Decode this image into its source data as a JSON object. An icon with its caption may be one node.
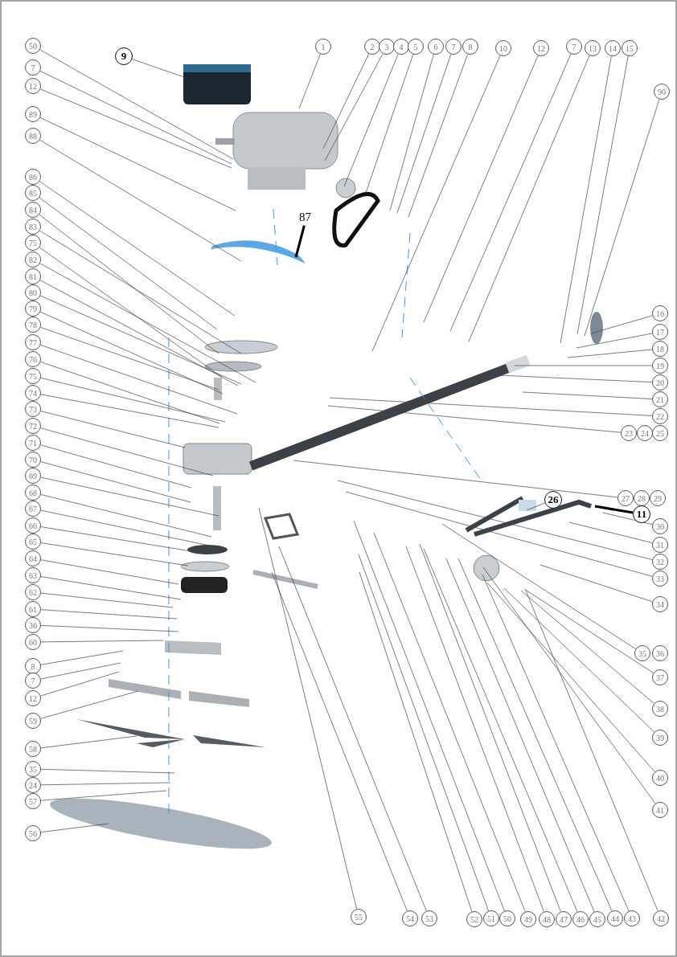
{
  "diagram": {
    "nodes": [
      {
        "text": [
          "50"
        ]
      },
      {
        "text": [
          "9"
        ]
      },
      {
        "text": [
          "1"
        ]
      },
      {
        "text": [
          "2"
        ]
      },
      {
        "text": [
          "3"
        ]
      },
      {
        "text": [
          "4"
        ]
      },
      {
        "text": [
          "5"
        ]
      },
      {
        "text": [
          "6"
        ]
      },
      {
        "text": [
          "7"
        ]
      },
      {
        "text": [
          "8"
        ]
      },
      {
        "text": [
          "10"
        ]
      },
      {
        "text": [
          "12"
        ]
      },
      {
        "text": [
          "7"
        ]
      },
      {
        "text": [
          "13"
        ]
      },
      {
        "text": [
          "14"
        ]
      },
      {
        "text": [
          "15"
        ]
      },
      {
        "text": [
          "7"
        ]
      },
      {
        "text": [
          "12"
        ]
      },
      {
        "text": [
          "90"
        ]
      },
      {
        "text": [
          "89"
        ]
      },
      {
        "text": [
          "87"
        ]
      },
      {
        "text": [
          "88"
        ]
      },
      {
        "text": [
          "86"
        ]
      },
      {
        "text": [
          "85"
        ]
      },
      {
        "text": [
          "84"
        ]
      },
      {
        "text": [
          "83"
        ]
      },
      {
        "text": [
          "75"
        ]
      },
      {
        "text": [
          "82"
        ]
      },
      {
        "text": [
          "81"
        ]
      },
      {
        "text": [
          "80"
        ]
      },
      {
        "text": [
          "79"
        ]
      },
      {
        "text": [
          "78"
        ]
      },
      {
        "text": [
          "77"
        ]
      },
      {
        "text": [
          "76"
        ]
      },
      {
        "text": [
          "75"
        ]
      },
      {
        "text": [
          "74"
        ]
      },
      {
        "text": [
          "73"
        ]
      },
      {
        "text": [
          "72"
        ]
      },
      {
        "text": [
          "71"
        ]
      },
      {
        "text": [
          "70"
        ]
      },
      {
        "text": [
          "69"
        ]
      },
      {
        "text": [
          "68"
        ]
      },
      {
        "text": [
          "67"
        ]
      },
      {
        "text": [
          "66"
        ]
      },
      {
        "text": [
          "65"
        ]
      },
      {
        "text": [
          "64"
        ]
      },
      {
        "text": [
          "63"
        ]
      },
      {
        "text": [
          "62"
        ]
      },
      {
        "text": [
          "61"
        ]
      },
      {
        "text": [
          "36"
        ]
      },
      {
        "text": [
          "60"
        ]
      },
      {
        "text": [
          "8"
        ]
      },
      {
        "text": [
          "7"
        ]
      },
      {
        "text": [
          "12"
        ]
      },
      {
        "text": [
          "59"
        ]
      },
      {
        "text": [
          "58"
        ]
      },
      {
        "text": [
          "35"
        ]
      },
      {
        "text": [
          "24"
        ]
      },
      {
        "text": [
          "57"
        ]
      },
      {
        "text": [
          "56"
        ]
      },
      {
        "text": [
          "16"
        ]
      },
      {
        "text": [
          "17"
        ]
      },
      {
        "text": [
          "18"
        ]
      },
      {
        "text": [
          "19"
        ]
      },
      {
        "text": [
          "20"
        ]
      },
      {
        "text": [
          "21"
        ]
      },
      {
        "text": [
          "22"
        ]
      },
      {
        "text": [
          "23"
        ]
      },
      {
        "text": [
          "24"
        ]
      },
      {
        "text": [
          "25"
        ]
      },
      {
        "text": [
          "27"
        ]
      },
      {
        "text": [
          "28"
        ]
      },
      {
        "text": [
          "29"
        ]
      },
      {
        "text": [
          "26"
        ]
      },
      {
        "text": [
          "11"
        ]
      },
      {
        "text": [
          "30"
        ]
      },
      {
        "text": [
          "31"
        ]
      },
      {
        "text": [
          "32"
        ]
      },
      {
        "text": [
          "33"
        ]
      },
      {
        "text": [
          "34"
        ]
      },
      {
        "text": [
          "35"
        ]
      },
      {
        "text": [
          "36"
        ]
      },
      {
        "text": [
          "37"
        ]
      },
      {
        "text": [
          "38"
        ]
      },
      {
        "text": [
          "39"
        ]
      },
      {
        "text": [
          "40"
        ]
      },
      {
        "text": [
          "41"
        ]
      },
      {
        "text": [
          "55"
        ]
      },
      {
        "text": [
          "54"
        ]
      },
      {
        "text": [
          "53"
        ]
      },
      {
        "text": [
          "52"
        ]
      },
      {
        "text": [
          "51"
        ]
      },
      {
        "text": [
          "50"
        ]
      },
      {
        "text": [
          "49"
        ]
      },
      {
        "text": [
          "48"
        ]
      },
      {
        "text": [
          "47"
        ]
      },
      {
        "text": [
          "46"
        ]
      },
      {
        "text": [
          "45"
        ]
      },
      {
        "text": [
          "44"
        ]
      },
      {
        "text": [
          "43"
        ]
      },
      {
        "text": [
          "42"
        ]
      }
    ],
    "edges": [
      {
        "from": 0,
        "to": null,
        "arrow": "none"
      },
      {
        "from": 1,
        "to": null,
        "arrow": "none"
      },
      {
        "from": 2,
        "to": null,
        "arrow": "none"
      },
      {
        "from": 3,
        "to": null,
        "arrow": "none"
      },
      {
        "from": 4,
        "to": null,
        "arrow": "none"
      },
      {
        "from": 5,
        "to": null,
        "arrow": "none"
      },
      {
        "from": 6,
        "to": null,
        "arrow": "none"
      },
      {
        "from": 7,
        "to": null,
        "arrow": "none"
      },
      {
        "from": 8,
        "to": null,
        "arrow": "none"
      },
      {
        "from": 9,
        "to": null,
        "arrow": "none"
      },
      {
        "from": 10,
        "to": null,
        "arrow": "none"
      },
      {
        "from": 11,
        "to": null,
        "arrow": "none"
      },
      {
        "from": 12,
        "to": null,
        "arrow": "none"
      },
      {
        "from": 13,
        "to": null,
        "arrow": "none"
      },
      {
        "from": 14,
        "to": null,
        "arrow": "none"
      },
      {
        "from": 15,
        "to": null,
        "arrow": "none"
      },
      {
        "from": 16,
        "to": null,
        "arrow": "none"
      },
      {
        "from": 17,
        "to": null,
        "arrow": "none"
      },
      {
        "from": 18,
        "to": null,
        "arrow": "none"
      },
      {
        "from": 19,
        "to": null,
        "arrow": "none"
      },
      {
        "from": 20,
        "to": null,
        "arrow": "none",
        "style": "thick"
      },
      {
        "from": 21,
        "to": null,
        "arrow": "none"
      },
      {
        "from": 22,
        "to": null,
        "arrow": "none"
      },
      {
        "from": 23,
        "to": null,
        "arrow": "none"
      },
      {
        "from": 24,
        "to": null,
        "arrow": "none"
      },
      {
        "from": 25,
        "to": null,
        "arrow": "none"
      },
      {
        "from": 26,
        "to": null,
        "arrow": "none"
      },
      {
        "from": 27,
        "to": null,
        "arrow": "none"
      },
      {
        "from": 28,
        "to": null,
        "arrow": "none"
      },
      {
        "from": 29,
        "to": null,
        "arrow": "none"
      },
      {
        "from": 30,
        "to": null,
        "arrow": "none"
      },
      {
        "from": 31,
        "to": null,
        "arrow": "none"
      },
      {
        "from": 32,
        "to": null,
        "arrow": "none"
      },
      {
        "from": 33,
        "to": null,
        "arrow": "none"
      },
      {
        "from": 34,
        "to": null,
        "arrow": "none"
      },
      {
        "from": 35,
        "to": null,
        "arrow": "none"
      },
      {
        "from": 36,
        "to": null,
        "arrow": "none"
      },
      {
        "from": 37,
        "to": null,
        "arrow": "none"
      },
      {
        "from": 38,
        "to": null,
        "arrow": "none"
      },
      {
        "from": 39,
        "to": null,
        "arrow": "none"
      },
      {
        "from": 40,
        "to": null,
        "arrow": "none"
      },
      {
        "from": 41,
        "to": null,
        "arrow": "none"
      },
      {
        "from": 42,
        "to": null,
        "arrow": "none"
      },
      {
        "from": 43,
        "to": null,
        "arrow": "none"
      },
      {
        "from": 44,
        "to": null,
        "arrow": "none"
      },
      {
        "from": 45,
        "to": null,
        "arrow": "none"
      },
      {
        "from": 46,
        "to": null,
        "arrow": "none"
      },
      {
        "from": 47,
        "to": null,
        "arrow": "none"
      },
      {
        "from": 48,
        "to": null,
        "arrow": "none"
      },
      {
        "from": 49,
        "to": null,
        "arrow": "none"
      },
      {
        "from": 50,
        "to": null,
        "arrow": "none"
      },
      {
        "from": 51,
        "to": null,
        "arrow": "none"
      },
      {
        "from": 52,
        "to": null,
        "arrow": "none"
      },
      {
        "from": 53,
        "to": null,
        "arrow": "none"
      },
      {
        "from": 54,
        "to": null,
        "arrow": "none"
      },
      {
        "from": 55,
        "to": null,
        "arrow": "none"
      },
      {
        "from": 56,
        "to": null,
        "arrow": "none"
      },
      {
        "from": 57,
        "to": null,
        "arrow": "none"
      },
      {
        "from": 58,
        "to": null,
        "arrow": "none"
      },
      {
        "from": 59,
        "to": null,
        "arrow": "none"
      },
      {
        "from": 60,
        "to": null,
        "arrow": "none"
      },
      {
        "from": 61,
        "to": null,
        "arrow": "none"
      },
      {
        "from": 62,
        "to": null,
        "arrow": "none"
      },
      {
        "from": 63,
        "to": null,
        "arrow": "none"
      },
      {
        "from": 64,
        "to": null,
        "arrow": "none"
      },
      {
        "from": 65,
        "to": null,
        "arrow": "none"
      },
      {
        "from": 66,
        "to": null,
        "arrow": "none"
      },
      {
        "from": 67,
        "to": null,
        "arrow": "none"
      },
      {
        "from": 70,
        "to": null,
        "arrow": "none"
      },
      {
        "from": 73,
        "to": null,
        "arrow": "none"
      },
      {
        "from": 74,
        "to": null,
        "arrow": "none",
        "style": "thick"
      },
      {
        "from": 75,
        "to": null,
        "arrow": "none"
      },
      {
        "from": 76,
        "to": null,
        "arrow": "none"
      },
      {
        "from": 77,
        "to": null,
        "arrow": "none"
      },
      {
        "from": 78,
        "to": null,
        "arrow": "none"
      },
      {
        "from": 79,
        "to": null,
        "arrow": "none"
      },
      {
        "from": 80,
        "to": null,
        "arrow": "none"
      },
      {
        "from": 82,
        "to": null,
        "arrow": "none"
      },
      {
        "from": 83,
        "to": null,
        "arrow": "none"
      },
      {
        "from": 84,
        "to": null,
        "arrow": "none"
      },
      {
        "from": 85,
        "to": null,
        "arrow": "none"
      },
      {
        "from": 86,
        "to": null,
        "arrow": "none"
      },
      {
        "from": 87,
        "to": null,
        "arrow": "none"
      },
      {
        "from": 88,
        "to": null,
        "arrow": "none"
      },
      {
        "from": 89,
        "to": null,
        "arrow": "none"
      },
      {
        "from": 90,
        "to": null,
        "arrow": "none"
      },
      {
        "from": 91,
        "to": null,
        "arrow": "none"
      },
      {
        "from": 92,
        "to": null,
        "arrow": "none"
      },
      {
        "from": 93,
        "to": null,
        "arrow": "none"
      },
      {
        "from": 94,
        "to": null,
        "arrow": "none"
      },
      {
        "from": 95,
        "to": null,
        "arrow": "none"
      },
      {
        "from": 96,
        "to": null,
        "arrow": "none"
      },
      {
        "from": 97,
        "to": null,
        "arrow": "none"
      },
      {
        "from": 98,
        "to": null,
        "arrow": "none"
      },
      {
        "from": 99,
        "to": null,
        "arrow": "none"
      },
      {
        "from": 100,
        "to": null,
        "arrow": "none"
      }
    ]
  }
}
